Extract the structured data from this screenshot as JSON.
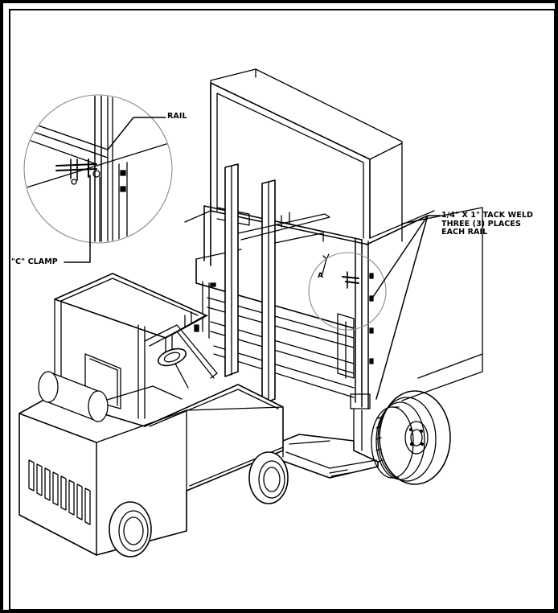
{
  "labels": {
    "rail": "RAIL",
    "c_clamp": "\"C\" CLAMP",
    "weld_note": [
      "1/4\" X 1\" TACK WELD",
      "THREE (3) PLACES",
      "EACH RAIL"
    ],
    "view_letter": "A"
  },
  "colors": {
    "line": "#000000",
    "background": "#ffffff",
    "callout_circle": "#9a9a9a"
  }
}
